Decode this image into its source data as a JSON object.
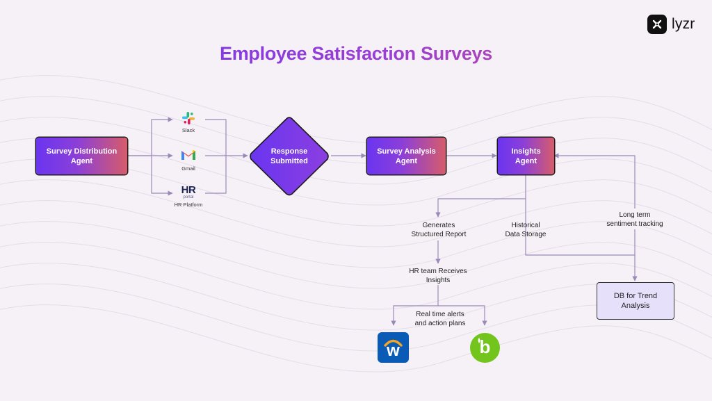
{
  "title": "Employee Satisfaction Surveys",
  "brand": {
    "name": "lyzr"
  },
  "nodes": {
    "survey_distribution": "Survey Distribution\nAgent",
    "response_submitted": "Response\nSubmitted",
    "survey_analysis": "Survey Analysis\nAgent",
    "insights": "Insights\nAgent",
    "db_trend": "DB for Trend\nAnalysis"
  },
  "channels": {
    "slack": "Slack",
    "gmail": "Gmail",
    "hr_logo_main": "HR",
    "hr_logo_sub": "portal",
    "hr_platform": "HR Platform"
  },
  "labels": {
    "generates_report": "Generates\nStructured Report",
    "historical_storage": "Historical\nData Storage",
    "long_term": "Long term\nsentiment tracking",
    "hr_team": "HR team Receives\nInsights",
    "realtime": "Real time alerts\nand action plans"
  },
  "outputs": {
    "workday_letter": "w",
    "bamboo_letter": "b"
  },
  "colors": {
    "grad_start": "#6a35f0",
    "grad_end": "#d65c6a",
    "line": "#9a8ab8",
    "db_fill": "#e6e0fb",
    "workday_blue": "#0a5bb5",
    "workday_arc": "#f5a623",
    "bamboo_green": "#73c41d"
  }
}
